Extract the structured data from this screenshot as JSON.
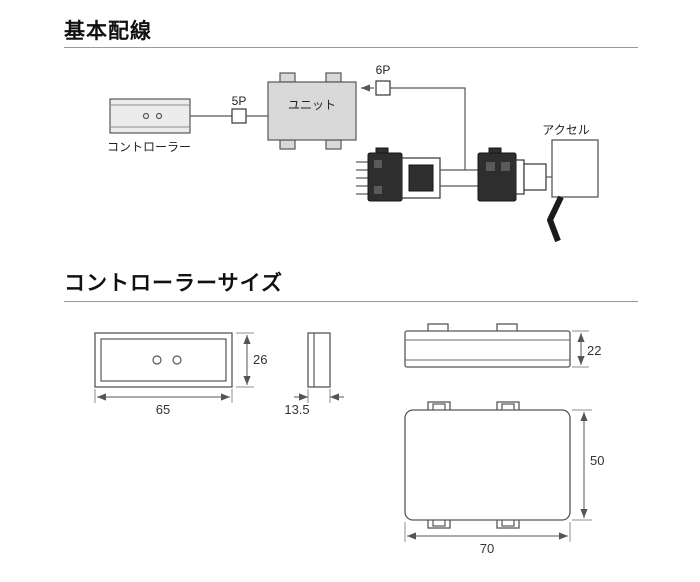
{
  "page": {
    "background": "#ffffff",
    "line_color": "#575757",
    "unit_fill": "#d9d9d9",
    "connector_fill": "#2e2e2e"
  },
  "wiring_section": {
    "title": "基本配線",
    "controller_label": "コントローラー",
    "connector_5p_label": "5P",
    "unit_label": "ユニット",
    "connector_6p_label": "6P",
    "accelerator_label": "アクセル"
  },
  "size_section": {
    "title": "コントローラーサイズ",
    "controller_height_mm": "26",
    "controller_width_mm": "65",
    "controller_depth_mm": "13.5",
    "unit_height_mm": "22",
    "unit_depth_mm": "50",
    "unit_width_mm": "70"
  }
}
